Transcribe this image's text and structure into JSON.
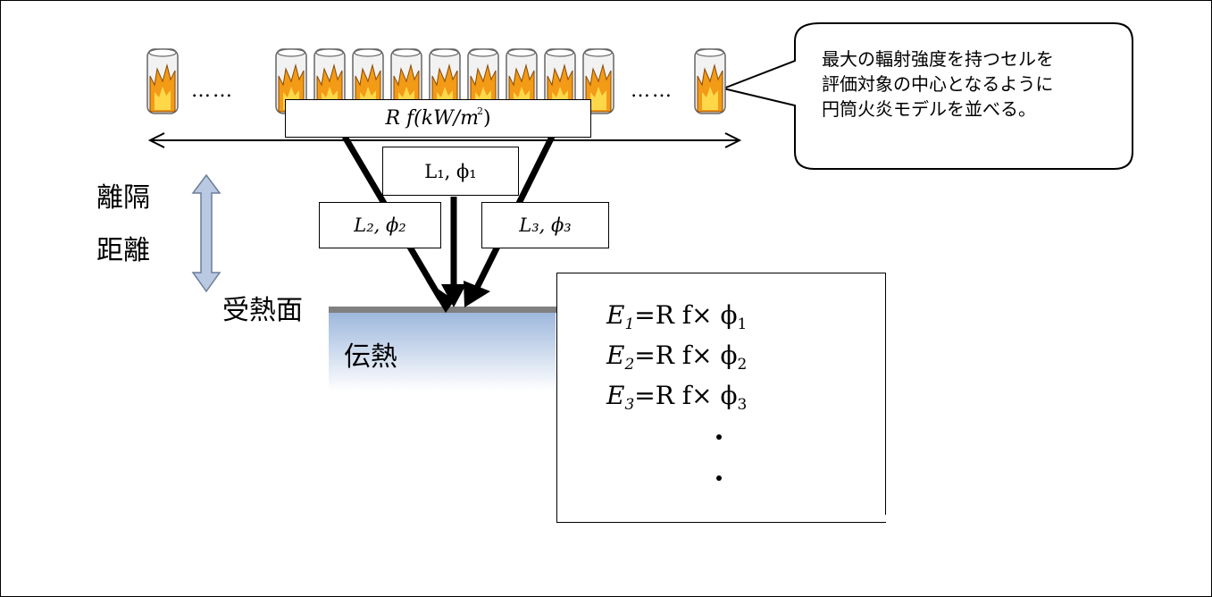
{
  "rf_label": {
    "main": "R f(kW/m",
    "sup": "2",
    "close": ")"
  },
  "l1_label": "L₁, ϕ₁",
  "l2_label": "L₂, ϕ₂",
  "l3_label": "L₃, ϕ₃",
  "ellipsis": "……",
  "callout_lines": [
    "最大の輻射強度を持つセルを",
    "評価対象の中心となるように",
    "円筒火炎モデルを並べる。"
  ],
  "separation_label_line1": "離隔",
  "separation_label_line2": "距離",
  "surface_label": "受熱面",
  "heat_label": "伝熱",
  "equations": [
    {
      "lhs": "E",
      "sub": "1",
      "rhs": "=R f× ϕ",
      "rsub": "1"
    },
    {
      "lhs": "E",
      "sub": "2",
      "rhs": "=R f× ϕ",
      "rsub": "2"
    },
    {
      "lhs": "E",
      "sub": "3",
      "rhs": "=R f× ϕ",
      "rsub": "3"
    }
  ],
  "colors": {
    "flame_outer": "#f39a16",
    "flame_inner": "#ffd84a",
    "separation_arrow": "#b9c9e2",
    "surface_line": "#808080",
    "gradient_top": "#9bb6dc"
  },
  "icons": [
    "fire-cylinder-icon"
  ]
}
